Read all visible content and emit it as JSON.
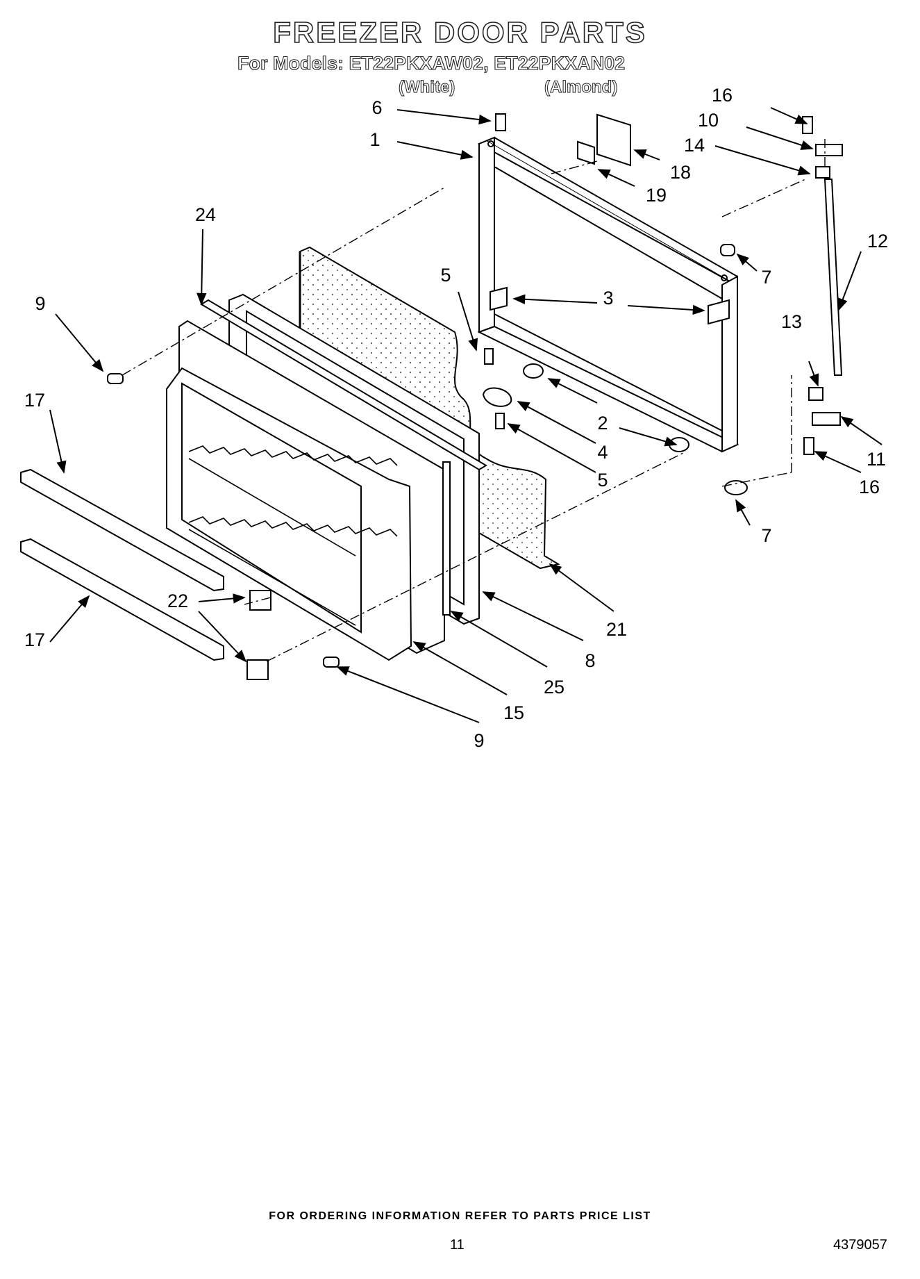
{
  "header": {
    "title": "FREEZER DOOR PARTS",
    "models_line": "For Models: ET22PKXAW02, ET22PKXAN02",
    "color_white": "(White)",
    "color_almond": "(Almond)"
  },
  "diagram": {
    "callouts": [
      "1",
      "2",
      "2",
      "3",
      "3",
      "4",
      "5",
      "5",
      "6",
      "7",
      "7",
      "8",
      "9",
      "9",
      "10",
      "11",
      "12",
      "13",
      "14",
      "15",
      "16",
      "16",
      "17",
      "17",
      "18",
      "19",
      "21",
      "22",
      "24",
      "25"
    ]
  },
  "footer": {
    "ordering_note": "FOR ORDERING INFORMATION REFER TO PARTS PRICE LIST",
    "page_number": "11",
    "document_number": "4379057"
  }
}
